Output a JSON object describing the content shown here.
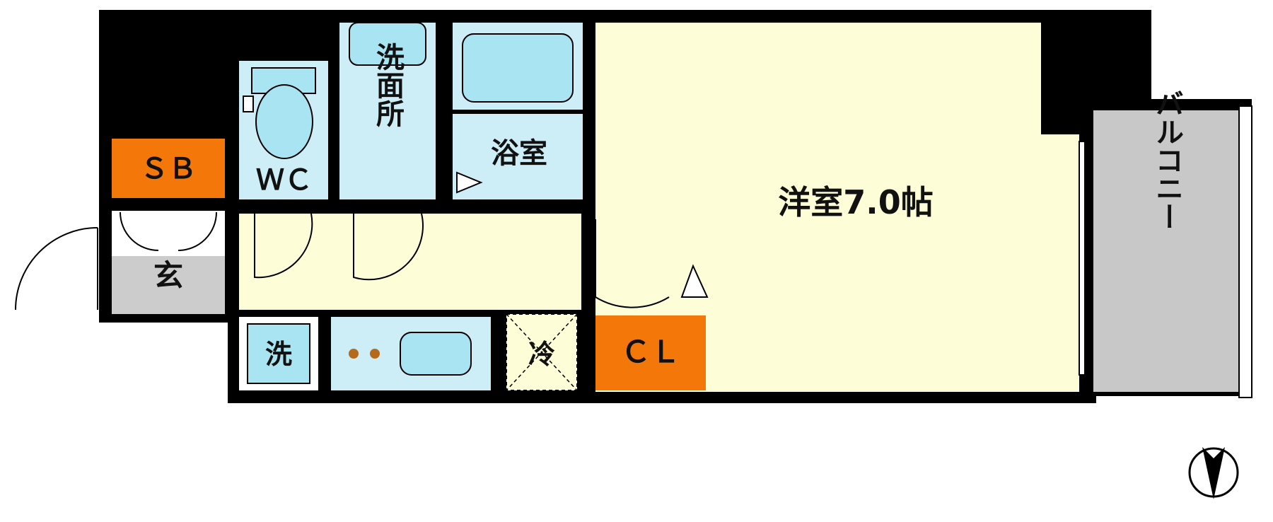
{
  "floorplan": {
    "rooms": {
      "shoebox": "ＳＢ",
      "entrance": "玄",
      "toilet": "ＷＣ",
      "washroom": "洗面所",
      "bathroom": "浴室",
      "western_room": "洋室7.0帖",
      "closet": "ＣＬ",
      "washer": "洗",
      "fridge": "冷",
      "balcony": "バルコニー"
    },
    "colors": {
      "wall": "#000000",
      "floor": "#fdfdd8",
      "wet_area": "#cdeef7",
      "fixture": "#a9e4f3",
      "storage": "#f4770a",
      "entrance": "#cccccc",
      "balcony": "#c8c8c8"
    },
    "icons": [
      "compass-icon",
      "toilet-icon",
      "bathtub-icon",
      "washbasin-icon",
      "stove-burner-icon",
      "sink-icon"
    ]
  }
}
